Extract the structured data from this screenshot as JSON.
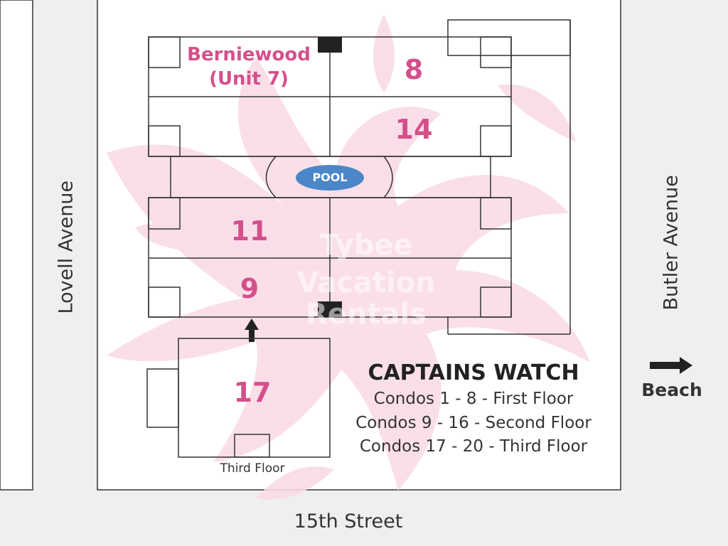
{
  "map": {
    "streets": {
      "left": "Lovell Avenue",
      "right": "Butler Avenue",
      "bottom": "15th Street"
    },
    "beach_label": "Beach",
    "pool_label": "POOL",
    "units": {
      "berniewood_line1": "Berniewood",
      "berniewood_line2": "(Unit 7)",
      "u8": "8",
      "u14": "14",
      "u11": "11",
      "u9": "9",
      "u17": "17"
    },
    "third_floor_label": "Third Floor",
    "legend": {
      "title": "CAPTAINS WATCH",
      "line1": "Condos 1 - 8 - First Floor",
      "line2": "Condos 9 - 16 - Second Floor",
      "line3": "Condos 17 - 20 - Third Floor"
    },
    "watermark": {
      "line1": "Tybee",
      "line2": "Vacation",
      "line3": "Rentals"
    },
    "colors": {
      "background": "#efefef",
      "lot": "#ffffff",
      "unit_text": "#d4508b",
      "pool": "#4a86c8",
      "watermark_logo": "#f7d5e3",
      "ink": "#333333"
    },
    "icons": {
      "entrance_arrow": "arrow-up-icon",
      "beach_arrow": "arrow-right-icon"
    }
  }
}
